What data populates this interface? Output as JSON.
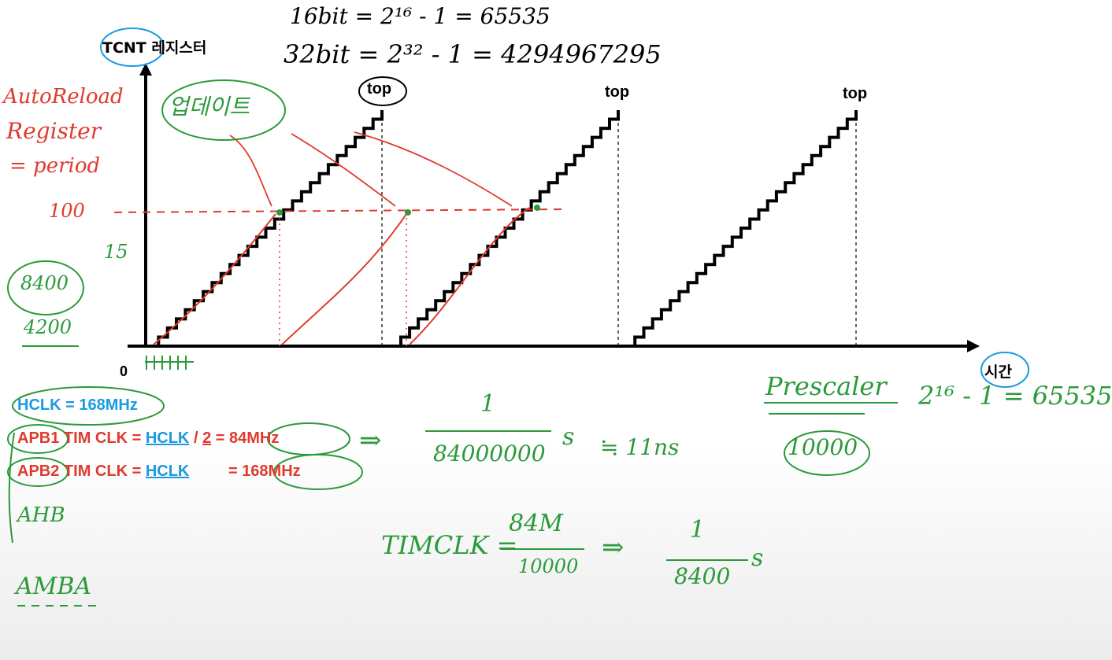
{
  "axes": {
    "y_title": "TCNT 레지스터",
    "x_title": "시간",
    "origin": "0"
  },
  "top_labels": [
    "top",
    "top",
    "top"
  ],
  "notes": {
    "bits_16": "16bit = 2¹⁶ - 1 = 65535",
    "bits_32": "32bit = 2³² - 1 = 4294967295",
    "auto_reload_1": "AutoReload",
    "auto_reload_2": "Register",
    "auto_reload_3": "= period",
    "update_event": "업데이트",
    "value_100": "100",
    "value_15": "15",
    "value_8400": "8400",
    "value_4200": "4200",
    "prescaler_label": "Prescaler",
    "prescaler_formula": "2¹⁶ - 1 = 65535",
    "prescaler_value": "10000",
    "period_fraction_num": "1",
    "period_fraction_den": "84000000",
    "period_unit": "s",
    "period_approx": "≒ 11ns",
    "timclk_label": "TIMCLK =",
    "timclk_num": "84M",
    "timclk_den": "10000",
    "result_num": "1",
    "result_den": "8400",
    "result_unit": "s",
    "arrow_1": "⇒",
    "arrow_2": "⇒",
    "ahb": "AHB",
    "amba": "AMBA"
  },
  "clock": {
    "hclk": "HCLK = 168MHz",
    "apb1_prefix": "APB1",
    "apb1_mid": "TIM CLK =",
    "apb1_hclk": "HCLK",
    "apb1_div": "/",
    "apb1_two": "2",
    "apb1_eq": "=",
    "apb1_value": "84MHz",
    "apb2_prefix": "APB2",
    "apb2_mid": "TIM CLK =",
    "apb2_hclk": "HCLK",
    "apb2_eq": "=",
    "apb2_value": "168MHz"
  },
  "colors": {
    "axis": "#000000",
    "annotation_red": "#e03a2e",
    "annotation_green": "#2a9a3a",
    "annotation_blue": "#1a9ae0"
  }
}
